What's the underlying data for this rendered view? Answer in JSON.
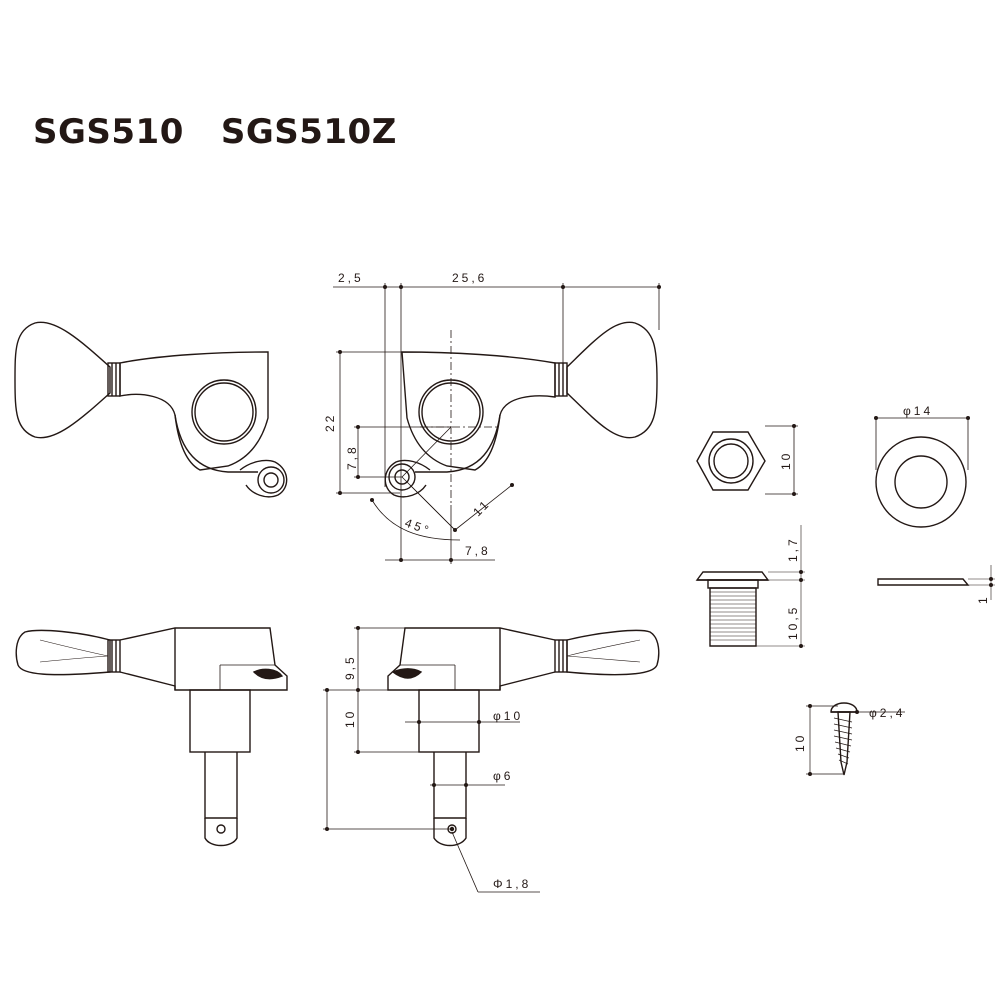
{
  "title": "SGS510   SGS510Z",
  "dimensions": {
    "d_2_5": "2,5",
    "d_25_6": "25,6",
    "d_22": "22",
    "d_7_8_v": "7,8",
    "d_45": "45°",
    "d_11": "11",
    "d_7_8_h": "7,8",
    "d_10_nut": "10",
    "d_phi14": "φ14",
    "d_1_7": "1,7",
    "d_10_5": "10,5",
    "d_1_washer": "1",
    "d_9_5": "9,5",
    "d_10_side": "10",
    "d_phi10": "φ10",
    "d_phi6": "φ6",
    "d_phi1_8": "Φ1,8",
    "d_phi2_4": "φ2,4",
    "d_10_screw": "10"
  }
}
